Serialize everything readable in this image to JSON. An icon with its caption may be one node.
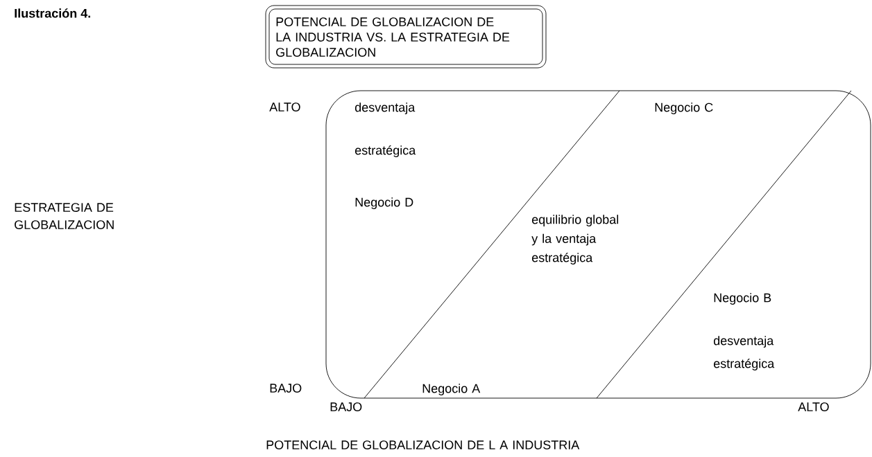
{
  "diagram": {
    "title": "Ilustración 4.",
    "nodes": [
      {
        "text": [
          "POTENCIAL DE GLOBALIZACION DE LA INDUSTRIA VS. LA ESTRATEGIA DE GLOBALIZACION"
        ]
      }
    ],
    "labels": [
      "ALTO",
      "ESTRATEGIA DE GLOBALIZACION",
      "BAJO",
      "desventaja estratégica",
      "Negocio D",
      "Negocio C",
      "equilibrio global y la ventaja estratégica",
      "Negocio B",
      "desventaja estratégica",
      "Negocio A",
      "BAJO",
      "ALTO",
      "POTENCIAL DE GLOBALIZACION DE L A INDUSTRIA"
    ]
  }
}
